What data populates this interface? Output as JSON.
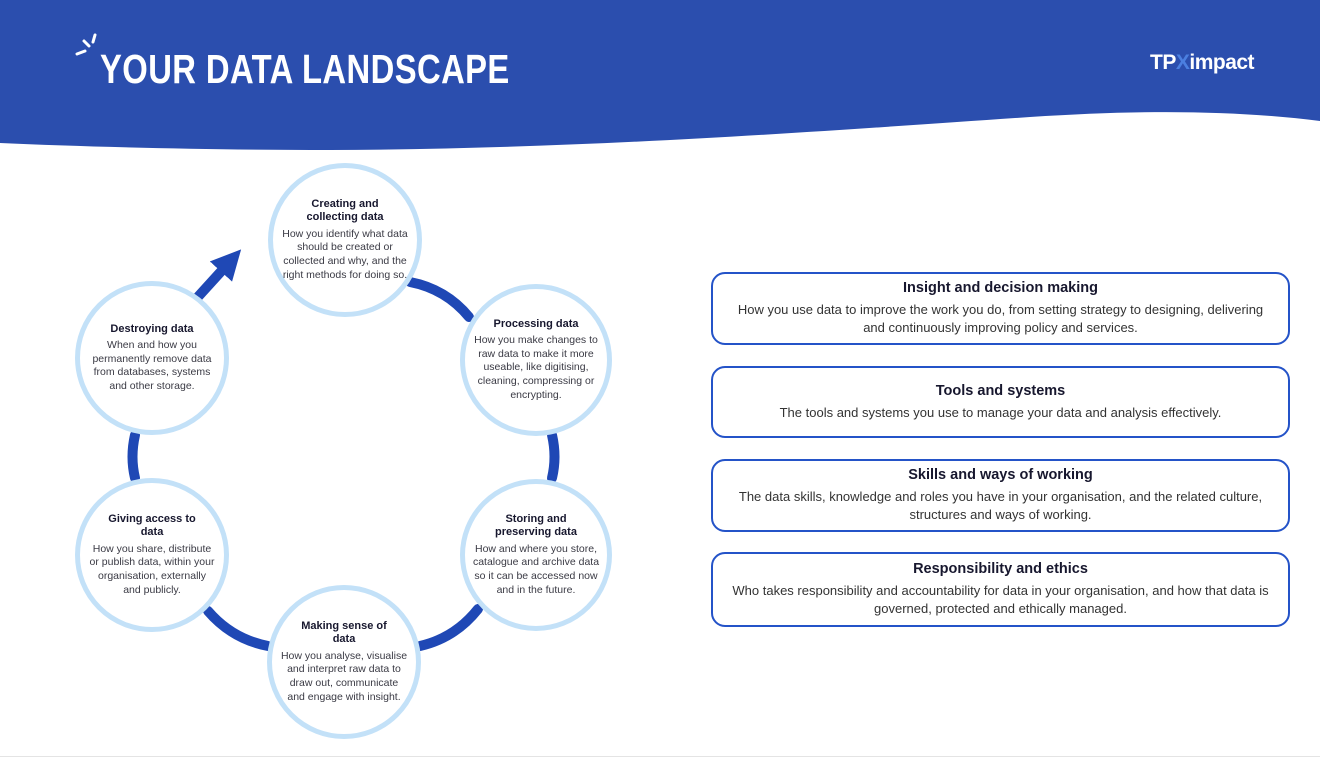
{
  "header": {
    "title": "YOUR DATA LANDSCAPE",
    "logo": {
      "part1": "TP",
      "part2": "X",
      "part3": "impact"
    },
    "bg_color": "#2B4EAE",
    "logo_x_color": "#4B7FE0",
    "sparkle_icon": "sparkle-burst"
  },
  "cycle": {
    "accent_color": "#1F48B5",
    "circle_border_color": "#C3E1F8",
    "direction": "clockwise",
    "items": [
      {
        "title": "Creating and collecting data",
        "body": "How you identify what data should be created or collected and why, and the right methods for doing so."
      },
      {
        "title": "Processing data",
        "body": "How you make changes to raw data to make it more useable, like digitising, cleaning, compressing or encrypting."
      },
      {
        "title": "Storing and preserving data",
        "body": "How and where you store, catalogue and archive data so it can be accessed now and in the future."
      },
      {
        "title": "Making sense of data",
        "body": "How you analyse, visualise and interpret raw data to draw out, communicate and engage with insight."
      },
      {
        "title": "Giving access to data",
        "body": "How you share, distribute or publish data, within your organisation, externally and publicly."
      },
      {
        "title": "Destroying data",
        "body": "When and how you permanently remove data from databases, systems and other storage."
      }
    ]
  },
  "panels": {
    "border_color": "#2453C8",
    "items": [
      {
        "title": "Insight and decision making",
        "body": "How you use data to improve the work you do, from setting strategy to designing, delivering and continuously improving policy and services."
      },
      {
        "title": "Tools and systems",
        "body": "The tools and systems you use to manage your data and analysis effectively."
      },
      {
        "title": "Skills and ways of working",
        "body": "The data skills, knowledge and roles you have in your organisation, and the related culture, structures and ways of working."
      },
      {
        "title": "Responsibility and ethics",
        "body": "Who takes responsibility and accountability for data in your organisation, and how that data is governed, protected and ethically managed."
      }
    ]
  }
}
